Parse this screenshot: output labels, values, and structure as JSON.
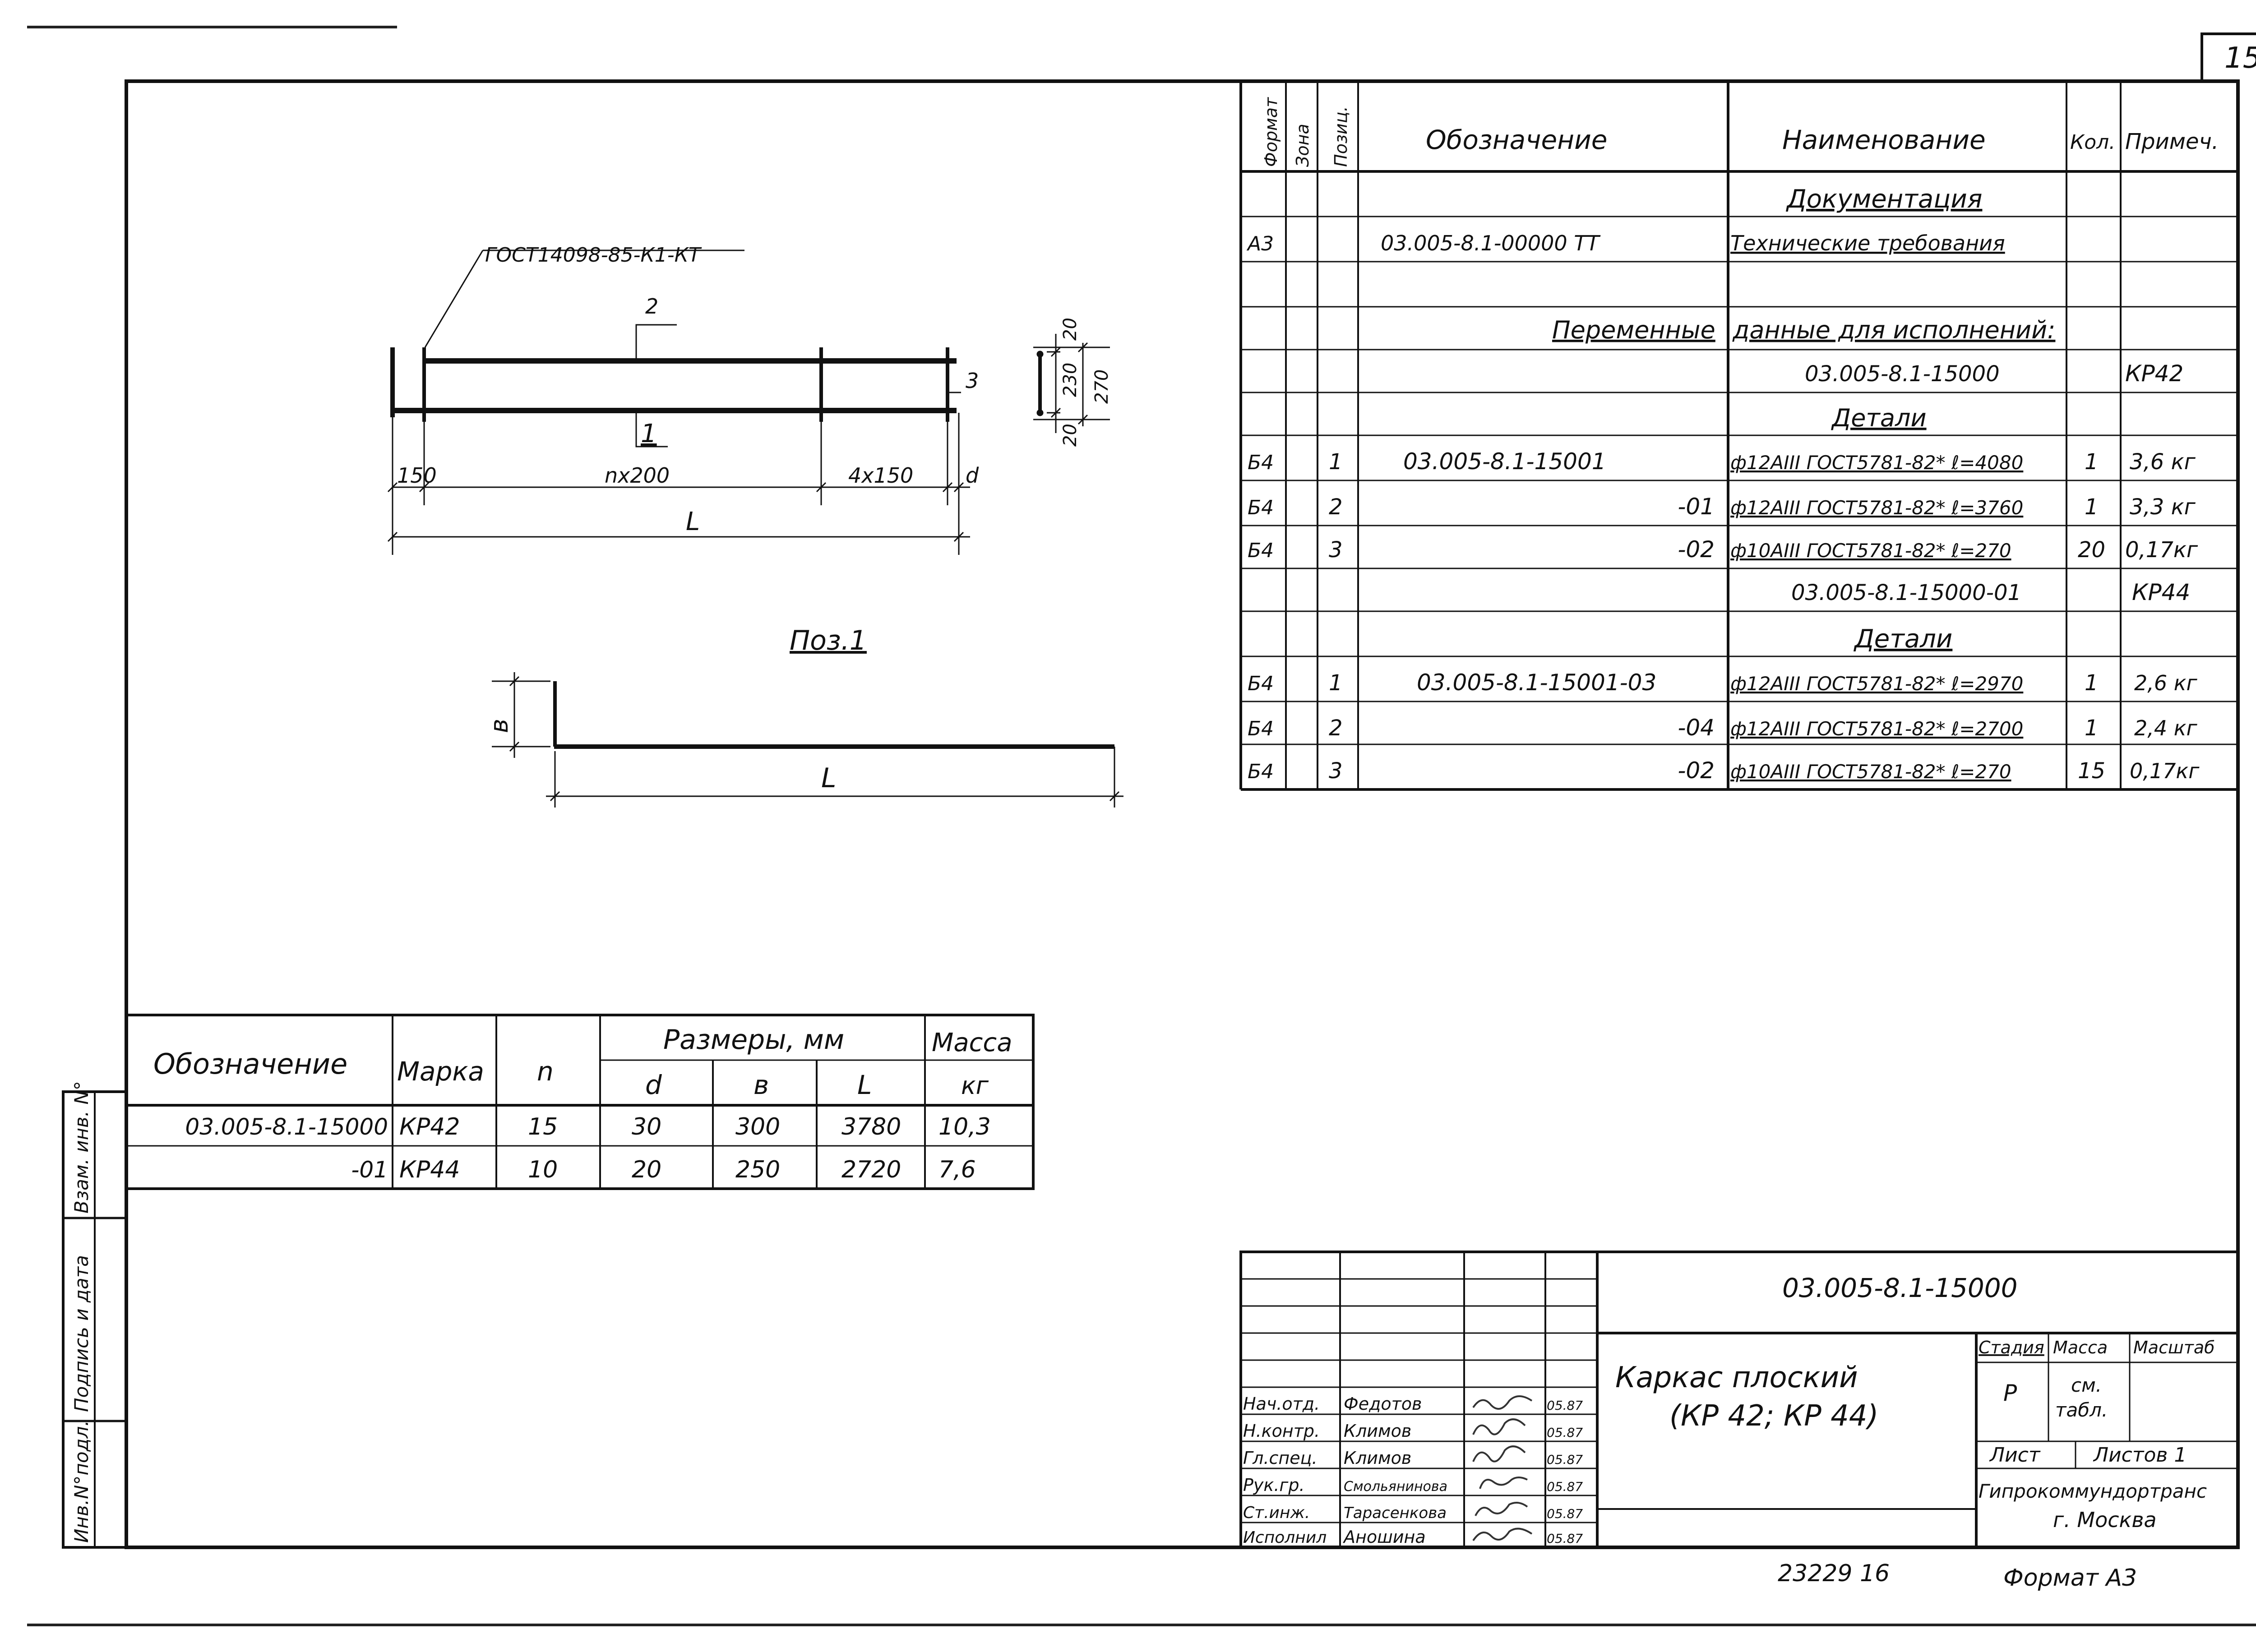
{
  "page_number": "15",
  "drawing": {
    "gost_callout": "ГОСТ14098-85-К1-КТ",
    "pos_labels": [
      "1",
      "2",
      "3"
    ],
    "dims": {
      "d150": "150",
      "nx200": "nx200",
      "fx150": "4x150",
      "d": "d",
      "L": "L",
      "v20a": "20",
      "v230": "230",
      "v270": "270",
      "v20b": "20"
    },
    "pos1_title": "Поз.1",
    "pos1_b": "в",
    "pos1_L": "L"
  },
  "spec_table": {
    "headers": {
      "format": "Формат",
      "zone": "Зона",
      "pos": "Позиц.",
      "designation": "Обозначение",
      "name": "Наименование",
      "qty": "Кол.",
      "note": "Примеч."
    },
    "section_docs": "Документация",
    "doc_row": {
      "format": "А3",
      "designation": "03.005-8.1-00000 ТТ",
      "name": "Технические требования"
    },
    "variable_data_a": "Переменные",
    "variable_data_b": "данные для исполнений:",
    "var1": {
      "name": "03.005-8.1-15000",
      "note": "КР42"
    },
    "section_parts1": "Детали",
    "rows1": [
      {
        "format": "Б4",
        "pos": "1",
        "designation": "03.005-8.1-15001",
        "name": "ф12АIII ГОСТ5781-82* ℓ=4080",
        "qty": "1",
        "note": "3,6 кг"
      },
      {
        "format": "Б4",
        "pos": "2",
        "designation": "-01",
        "name": "ф12АIII ГОСТ5781-82* ℓ=3760",
        "qty": "1",
        "note": "3,3 кг"
      },
      {
        "format": "Б4",
        "pos": "3",
        "designation": "-02",
        "name": "ф10АIII ГОСТ5781-82* ℓ=270",
        "qty": "20",
        "note": "0,17кг"
      }
    ],
    "var2": {
      "name": "03.005-8.1-15000-01",
      "note": "КР44"
    },
    "section_parts2": "Детали",
    "rows2": [
      {
        "format": "Б4",
        "pos": "1",
        "designation": "03.005-8.1-15001-03",
        "name": "ф12АIII ГОСТ5781-82* ℓ=2970",
        "qty": "1",
        "note": "2,6 кг"
      },
      {
        "format": "Б4",
        "pos": "2",
        "designation": "-04",
        "name": "ф12АIII ГОСТ5781-82* ℓ=2700",
        "qty": "1",
        "note": "2,4 кг"
      },
      {
        "format": "Б4",
        "pos": "3",
        "designation": "-02",
        "name": "ф10АIII ГОСТ5781-82* ℓ=270",
        "qty": "15",
        "note": "0,17кг"
      }
    ]
  },
  "dims_table": {
    "headers": {
      "designation": "Обозначение",
      "mark": "Марка",
      "n": "n",
      "sizes": "Размеры, мм",
      "mass": "Масса",
      "d": "d",
      "b": "в",
      "L": "L",
      "kg": "кг"
    },
    "rows": [
      {
        "designation": "03.005-8.1-15000",
        "mark": "КР42",
        "n": "15",
        "d": "30",
        "b": "300",
        "L": "3780",
        "mass": "10,3"
      },
      {
        "designation": "-01",
        "mark": "КР44",
        "n": "10",
        "d": "20",
        "b": "250",
        "L": "2720",
        "mass": "7,6"
      }
    ]
  },
  "side_stamp": {
    "inv_podl": "Инв.N°подл.",
    "sign_date": "Подпись и дата",
    "vzam": "Взам. инв. N°"
  },
  "title_block": {
    "code": "03.005-8.1-15000",
    "title_line1": "Каркас плоский",
    "title_line2": "(КР 42; КР 44)",
    "stage_label": "Стадия",
    "mass_label": "Масса",
    "scale_label": "Масштаб",
    "stage_value": "Р",
    "mass_value_1": "см.",
    "mass_value_2": "табл.",
    "sheet_label": "Лист",
    "sheets_label": "Листов 1",
    "org_line1": "Гипрокоммундортранс",
    "org_line2": "г. Москва",
    "signers": [
      {
        "role": "Нач.отд.",
        "name": "Федотов",
        "date": "05.87"
      },
      {
        "role": "Н.контр.",
        "name": "Климов",
        "date": "05.87"
      },
      {
        "role": "Гл.спец.",
        "name": "Климов",
        "date": "05.87"
      },
      {
        "role": "Рук.гр.",
        "name": "Смольянинова",
        "date": "05.87"
      },
      {
        "role": "Ст.инж.",
        "name": "Тарасенкова",
        "date": "05.87"
      },
      {
        "role": "Исполнил",
        "name": "Аношина",
        "date": "05.87"
      }
    ],
    "bottom_number": "23229 16",
    "format": "Формат А3"
  }
}
